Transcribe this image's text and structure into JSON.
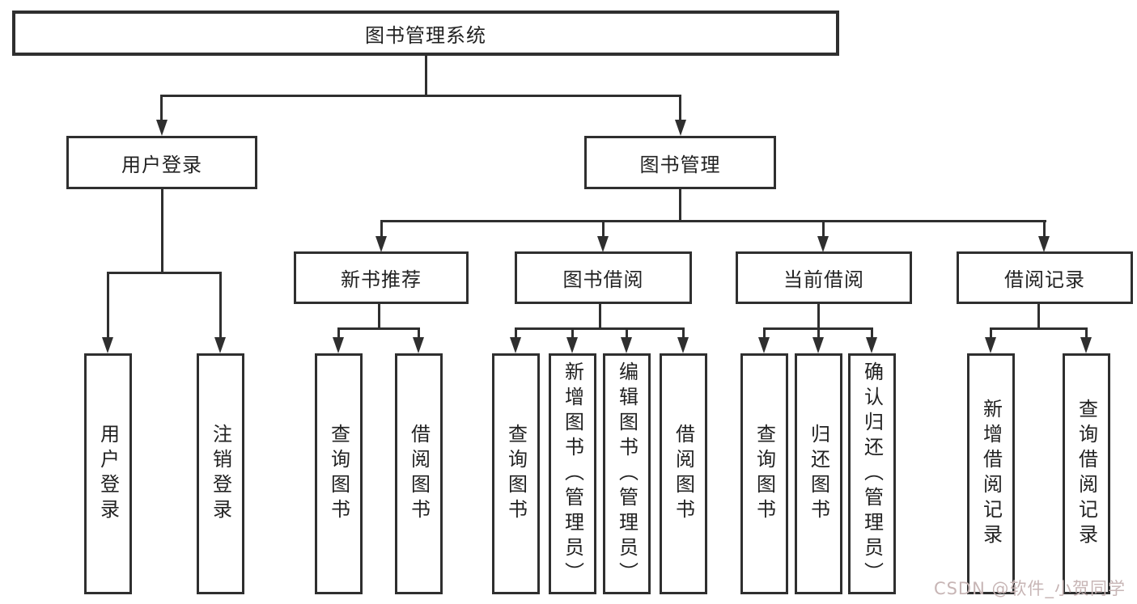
{
  "diagram": {
    "root": {
      "label": "图书管理系统"
    },
    "level2": [
      {
        "label": "用户登录"
      },
      {
        "label": "图书管理"
      }
    ],
    "level3": [
      {
        "label": "新书推荐"
      },
      {
        "label": "图书借阅"
      },
      {
        "label": "当前借阅"
      },
      {
        "label": "借阅记录"
      }
    ],
    "leaves": {
      "user_login": [
        {
          "label": "用户登录"
        },
        {
          "label": "注销登录"
        }
      ],
      "new_book": [
        {
          "label": "查询图书"
        },
        {
          "label": "借阅图书"
        }
      ],
      "book_borrow": [
        {
          "label": "查询图书"
        },
        {
          "label": "新增图书（管理员）"
        },
        {
          "label": "编辑图书（管理员）"
        },
        {
          "label": "借阅图书"
        }
      ],
      "current_borrow": [
        {
          "label": "查询图书"
        },
        {
          "label": "归还图书"
        },
        {
          "label": "确认归还（管理员）"
        }
      ],
      "borrow_record": [
        {
          "label": "新增借阅记录"
        },
        {
          "label": "查询借阅记录"
        }
      ]
    }
  },
  "watermark": {
    "text": "CSDN @软件_小贺同学"
  },
  "colors": {
    "line": "#2f2f2f",
    "box_bg": "#ffffff",
    "text": "#222222",
    "watermark": "#c7b5b5"
  }
}
